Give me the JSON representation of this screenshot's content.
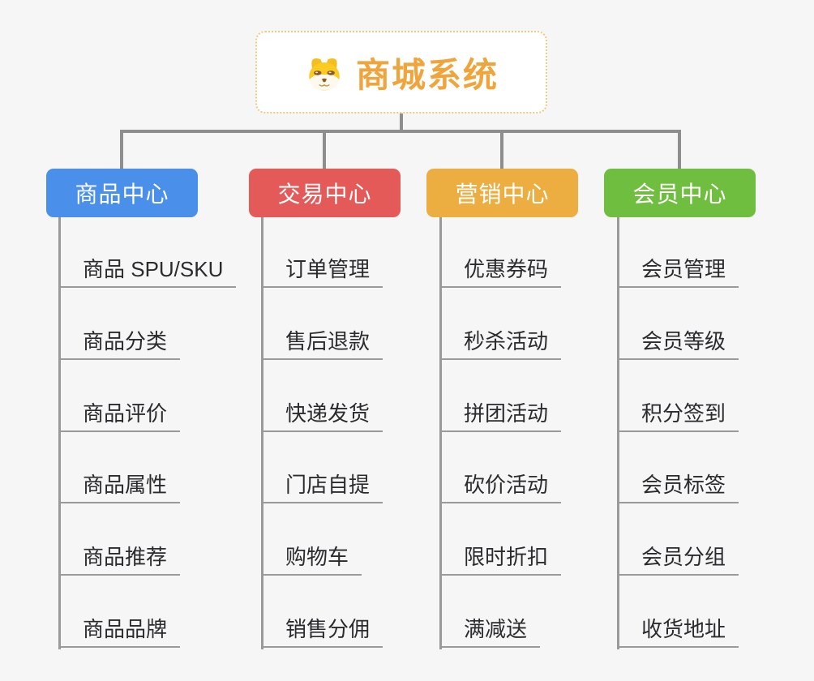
{
  "root": {
    "title": "商城系统",
    "icon": "doge-icon"
  },
  "branches": [
    {
      "label": "商品中心",
      "color": "#4a8fe9",
      "items": [
        "商品 SPU/SKU",
        "商品分类",
        "商品评价",
        "商品属性",
        "商品推荐",
        "商品品牌"
      ]
    },
    {
      "label": "交易中心",
      "color": "#e45a58",
      "items": [
        "订单管理",
        "售后退款",
        "快递发货",
        "门店自提",
        "购物车",
        "销售分佣"
      ]
    },
    {
      "label": "营销中心",
      "color": "#edae41",
      "items": [
        "优惠券码",
        "秒杀活动",
        "拼团活动",
        "砍价活动",
        "限时折扣",
        "满减送"
      ]
    },
    {
      "label": "会员中心",
      "color": "#70be3f",
      "items": [
        "会员管理",
        "会员等级",
        "积分签到",
        "会员标签",
        "会员分组",
        "收货地址"
      ]
    }
  ],
  "colors": {
    "background": "#f6f6f6",
    "root_border": "#f3c77e",
    "root_text": "#f0a43c",
    "connector": "#8e8e8e",
    "leaf_line": "#9a9a9a",
    "leaf_text": "#2b2b2e"
  }
}
